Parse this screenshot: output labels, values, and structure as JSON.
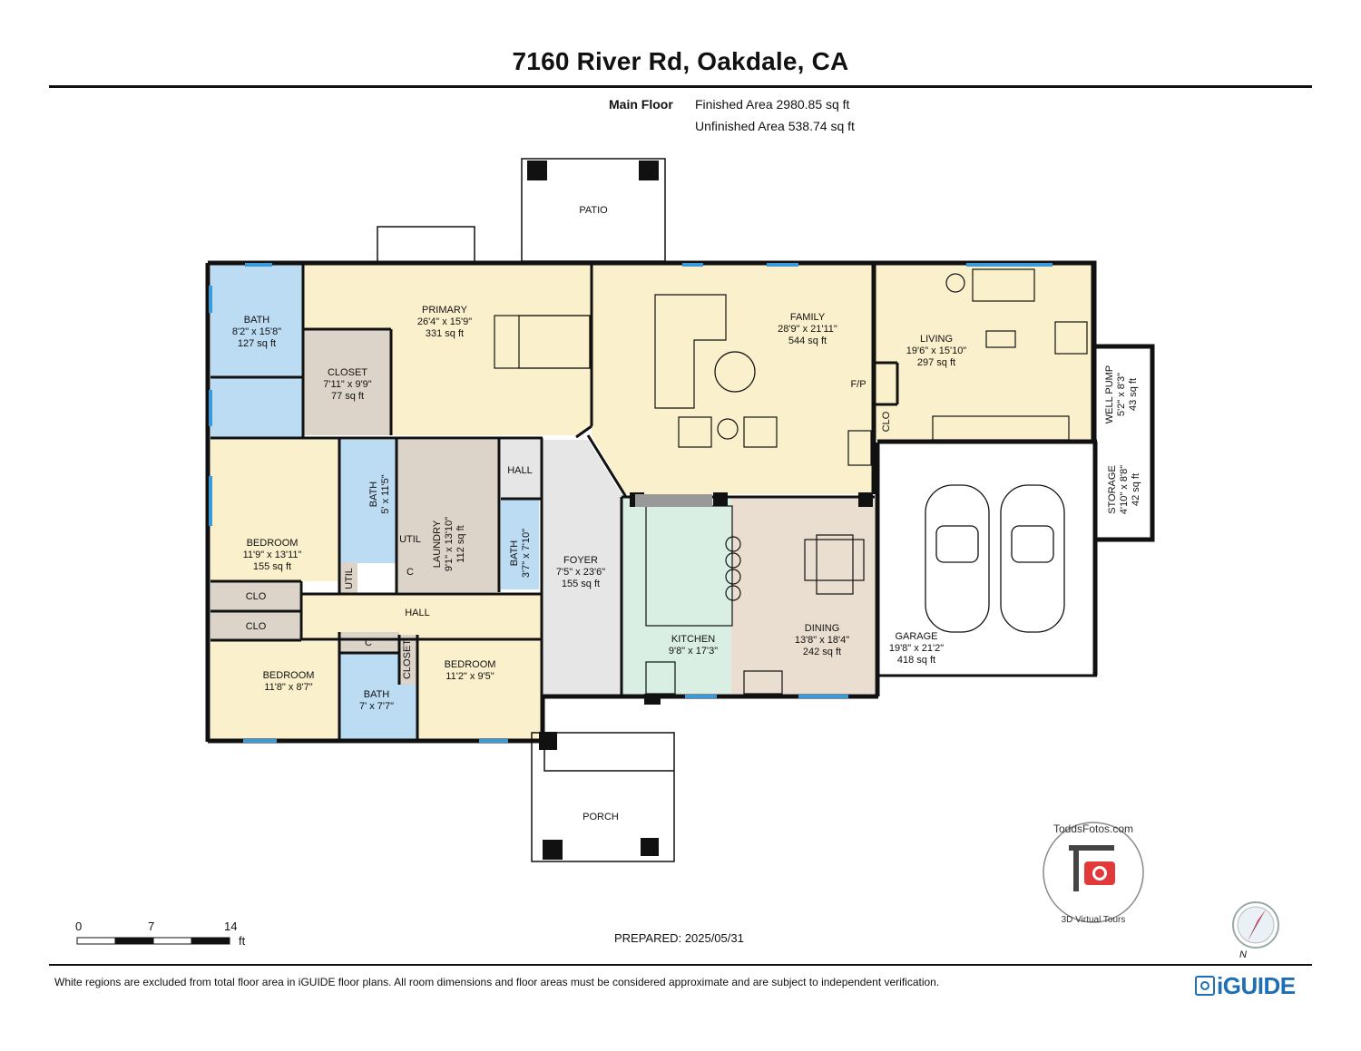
{
  "header": {
    "title": "7160 River Rd, Oakdale, CA",
    "floor_name": "Main Floor",
    "finished_area": "Finished Area 2980.85 sq ft",
    "unfinished_area": "Unfinished Area 538.74 sq ft"
  },
  "rooms": {
    "patio": {
      "name": "PATIO"
    },
    "porch": {
      "name": "PORCH"
    },
    "bath_primary": {
      "name": "BATH",
      "dims": "8'2\" x 15'8\"",
      "area": "127 sq ft"
    },
    "primary": {
      "name": "PRIMARY",
      "dims": "26'4\" x 15'9\"",
      "area": "331 sq ft"
    },
    "closet_primary": {
      "name": "CLOSET",
      "dims": "7'11\" x 9'9\"",
      "area": "77 sq ft"
    },
    "family": {
      "name": "FAMILY",
      "dims": "28'9\" x 21'11\"",
      "area": "544 sq ft"
    },
    "fp": {
      "name": "F/P"
    },
    "clo_family": {
      "name": "CLO"
    },
    "living": {
      "name": "LIVING",
      "dims": "19'6\" x 15'10\"",
      "area": "297 sq ft"
    },
    "well_pump": {
      "name": "WELL PUMP",
      "dims": "5'2\" x 8'3\"",
      "area": "43 sq ft"
    },
    "bedroom_west": {
      "name": "BEDROOM",
      "dims": "11'9\" x 13'11\"",
      "area": "155 sq ft"
    },
    "bath_hall": {
      "name": "BATH",
      "dims": "5' x 11'5\""
    },
    "laundry": {
      "name": "LAUNDRY",
      "dims": "9'1\" x 13'10\"",
      "area": "112 sq ft"
    },
    "util_a": {
      "name": "UTIL"
    },
    "util_b": {
      "name": "UTIL"
    },
    "c_laundry": {
      "name": "C"
    },
    "hall_north": {
      "name": "HALL"
    },
    "bath_small": {
      "name": "BATH",
      "dims": "3'7\" x 7'10\""
    },
    "foyer": {
      "name": "FOYER",
      "dims": "7'5\" x 23'6\"",
      "area": "155 sq ft"
    },
    "kitchen": {
      "name": "KITCHEN",
      "dims": "9'8\" x 17'3\""
    },
    "dining": {
      "name": "DINING",
      "dims": "13'8\" x 18'4\"",
      "area": "242 sq ft"
    },
    "garage": {
      "name": "GARAGE",
      "dims": "19'8\" x 21'2\"",
      "area": "418 sq ft"
    },
    "storage": {
      "name": "STORAGE",
      "dims": "4'10\" x 8'8\"",
      "area": "42 sq ft"
    },
    "clo_1": {
      "name": "CLO"
    },
    "clo_2": {
      "name": "CLO"
    },
    "hall_main": {
      "name": "HALL"
    },
    "c_hall": {
      "name": "C"
    },
    "closet_bed": {
      "name": "CLOSET"
    },
    "bedroom_sw": {
      "name": "BEDROOM",
      "dims": "11'8\" x 8'7\""
    },
    "bath_south": {
      "name": "BATH",
      "dims": "7' x 7'7\""
    },
    "bedroom_s": {
      "name": "BEDROOM",
      "dims": "11'2\" x 9'5\""
    }
  },
  "scale": {
    "labels": [
      "0",
      "7",
      "14"
    ],
    "unit": "ft"
  },
  "prepared": "PREPARED: 2025/05/31",
  "footer": {
    "disclaimer": "White regions are excluded from total floor area in iGUIDE floor plans. All room dimensions and floor areas must be considered approximate and are subject to independent verification.",
    "brand": "iGUIDE"
  },
  "watermark": {
    "text_top": "ToddsFotos.com",
    "text_bottom": "3D Virtual Tours"
  },
  "compass": {
    "label": "N"
  },
  "colors": {
    "bath": "#bcdcf3",
    "bedroom": "#fbf0cc",
    "closet": "#dcd4c8",
    "hall": "#e6e6e6",
    "kitchen": "#d9efe4",
    "dining": "#e9decf",
    "wall": "#111111",
    "window": "#3b9ad9",
    "brand": "#1f6fb5"
  },
  "icons": [
    "compass-icon",
    "iguide-logo-icon",
    "watermark-camera-icon"
  ]
}
